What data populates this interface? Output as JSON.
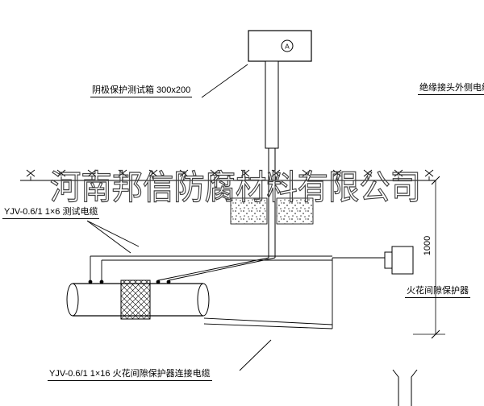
{
  "drawing": {
    "watermark": "河南邦信防腐材料有限公司",
    "labels": {
      "test_box": "阴极保护测试箱 300x200",
      "outer_cable": "绝缘接头外侧电缆",
      "test_cable": "YJV-0.6/1 1×6  测试电缆",
      "spark_gap": "火花间隙保护器",
      "connection_cable": "YJV-0.6/1 1×16  火花间隙保护器连接电缆",
      "dimension_1000": "1000",
      "meter": "A"
    },
    "colors": {
      "line": "#000000",
      "watermark": "#3f3f3f",
      "background": "#ffffff"
    }
  }
}
